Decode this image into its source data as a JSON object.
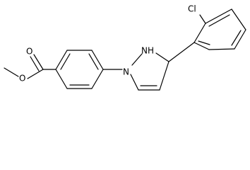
{
  "molecule": {
    "atom_labels": {
      "chlorine": "Cl",
      "amine_nh": "NH",
      "ring_n": "N",
      "ester_carbonyl_o": "O",
      "ester_ether_o": "O"
    },
    "colors": {
      "bond": "#000000",
      "text": "#000000",
      "background": "#ffffff"
    }
  }
}
